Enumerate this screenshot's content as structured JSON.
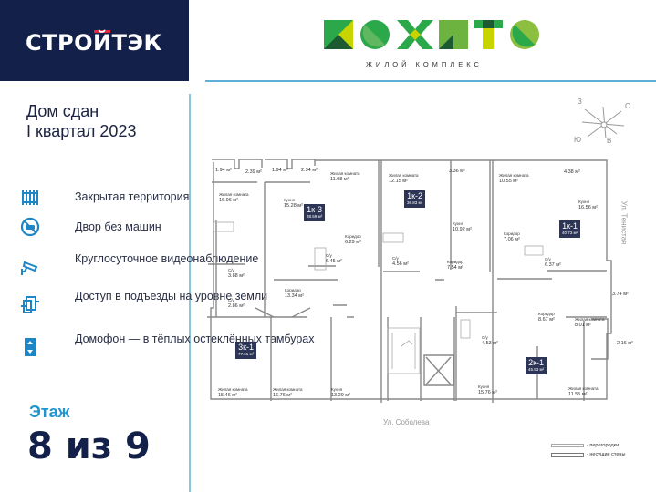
{
  "brand": {
    "logo": "СТРОЙТЭК",
    "colors": {
      "navy": "#13214a",
      "red": "#e3263b",
      "accent": "#1f96cf"
    }
  },
  "status": {
    "line1": "Дом сдан",
    "line2": "I квартал 2023"
  },
  "features": [
    {
      "icon": "fence-icon",
      "text": "Закрытая территория"
    },
    {
      "icon": "no-cars-icon",
      "text": "Двор без машин"
    },
    {
      "icon": "cctv-camera-icon",
      "text": "Круглосуточное видеонаблюдение"
    },
    {
      "icon": "entrance-door-icon",
      "text": "Доступ в подъезды на уровне земли"
    },
    {
      "icon": "intercom-icon",
      "text": "Домофон — в тёплых остеклённых тамбурах"
    }
  ],
  "floor": {
    "label": "Этаж",
    "value": "8 из 9"
  },
  "project": {
    "logo": "МОХИТО",
    "subtitle": "ЖИЛОЙ КОМПЛЕКС"
  },
  "compass": {
    "n": "С",
    "s": "Ю",
    "e": "В",
    "w": "З"
  },
  "streets": {
    "bottom": "Ул. Соболева",
    "right": "Ул. Тенистая"
  },
  "apartments": [
    {
      "name": "1к-3",
      "area": "38.59 м²"
    },
    {
      "name": "1к-2",
      "area": "36.83 м²"
    },
    {
      "name": "1к-1",
      "area": "40.73 м²"
    },
    {
      "name": "3к-1",
      "area": "77.61 м²"
    },
    {
      "name": "2к-1",
      "area": "45.93 м²"
    }
  ],
  "rooms": [
    {
      "type": "",
      "area": "1.94 м²"
    },
    {
      "type": "",
      "area": "2.39 м²"
    },
    {
      "type": "",
      "area": "1.94 м²"
    },
    {
      "type": "",
      "area": "2.34 м²"
    },
    {
      "type": "Жилая комната",
      "area": "11.08 м²"
    },
    {
      "type": "Жилая комната",
      "area": "12.15 м²"
    },
    {
      "type": "",
      "area": "3.36 м²"
    },
    {
      "type": "Жилая комната",
      "area": "10.55 м²"
    },
    {
      "type": "",
      "area": "4.38 м²"
    },
    {
      "type": "Жилая комната",
      "area": "16.96 м²"
    },
    {
      "type": "Кухня",
      "area": "15.28 м²"
    },
    {
      "type": "Коридор",
      "area": "6.29 м²"
    },
    {
      "type": "С/у",
      "area": "6.45 м²"
    },
    {
      "type": "С/у",
      "area": "4.56 м²"
    },
    {
      "type": "Кухня",
      "area": "10.92 м²"
    },
    {
      "type": "Коридор",
      "area": "7.06 м²"
    },
    {
      "type": "Кухня",
      "area": "16.56 м²"
    },
    {
      "type": "С/у",
      "area": "6.37 м²"
    },
    {
      "type": "С/у",
      "area": "3.88 м²"
    },
    {
      "type": "Коридор",
      "area": "7.54 м²"
    },
    {
      "type": "С/у",
      "area": "2.86 м²"
    },
    {
      "type": "Коридор",
      "area": "13.34 м²"
    },
    {
      "type": "",
      "area": "3.74 м²"
    },
    {
      "type": "Коридор",
      "area": "8.67 м²"
    },
    {
      "type": "Жилая комната",
      "area": "8.01 м²"
    },
    {
      "type": "С/у",
      "area": "4.53 м²"
    },
    {
      "type": "",
      "area": "2.16 м²"
    },
    {
      "type": "Жилая комната",
      "area": "15.46 м²"
    },
    {
      "type": "Жилая комната",
      "area": "16.76 м²"
    },
    {
      "type": "Кухня",
      "area": "13.29 м²"
    },
    {
      "type": "Кухня",
      "area": "15.76 м²"
    },
    {
      "type": "Жилая комната",
      "area": "11.55 м²"
    }
  ],
  "legend": {
    "partitions": "- перегородки",
    "bearing_walls": "- несущие стены"
  }
}
